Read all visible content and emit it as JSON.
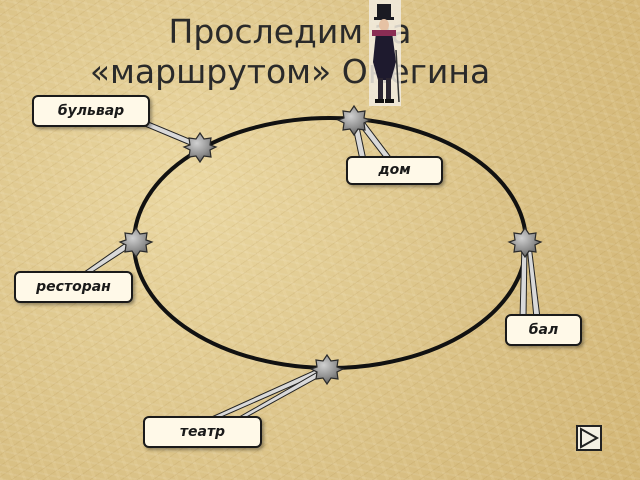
{
  "title": {
    "line1": "Проследим за",
    "line2": "«маршрутом» Онегина"
  },
  "places": [
    {
      "id": "bulvar",
      "label": "бульвар"
    },
    {
      "id": "dom",
      "label": "дом"
    },
    {
      "id": "restoran",
      "label": "ресторан"
    },
    {
      "id": "bal",
      "label": "бал"
    },
    {
      "id": "teatr",
      "label": "театр"
    }
  ],
  "colors": {
    "route": "#111111",
    "node_fill": "#8e8e8e",
    "label_bg": "#fff9e8"
  },
  "icons": {
    "figure": "onegin-figure-icon",
    "nav": "play-forward-icon"
  }
}
